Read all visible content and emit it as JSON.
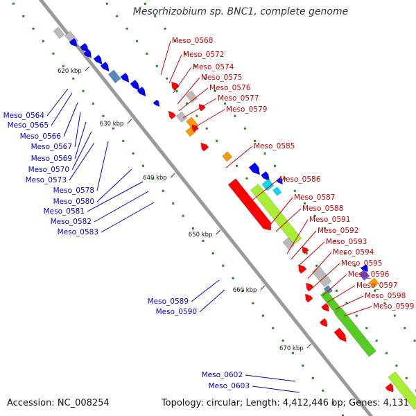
{
  "title": "Mesorhizobium sp. BNC1, complete genome",
  "accession": "Accession: NC_008254",
  "topology": "Topology: circular; Length: 4,412,446 bp; Genes: 4,131",
  "colors": {
    "backbone": "#999999",
    "plus_strand_label": "#cc0000",
    "minus_strand_label": "#0000cc",
    "gene_red": "#ff0000",
    "gene_blue": "#0000ff",
    "gene_green": "#55cc22",
    "gene_lime": "#aaee33",
    "gene_gray": "#bbbbbb",
    "gene_orange": "#ff9900",
    "gene_cyan": "#00ddee",
    "gene_steel": "#5588bb",
    "gene_violet": "#6655dd",
    "gc_ticks": "#228822"
  },
  "kbp_marks": [
    "620 kbp",
    "630 kbp",
    "640 kbp",
    "650 kbp",
    "660 kbp",
    "670 kbp"
  ],
  "right_labels": [
    "Meso_0568",
    "Meso_0572",
    "Meso_0574",
    "Meso_0575",
    "Meso_0576",
    "Meso_0577",
    "Meso_0579",
    "Meso_0585",
    "Meso_0586",
    "Meso_0587",
    "Meso_0588",
    "Meso_0591",
    "Meso_0592",
    "Meso_0593",
    "Meso_0594",
    "Meso_0595",
    "Meso_0596",
    "Meso_0597",
    "Meso_0598",
    "Meso_0599"
  ],
  "left_labels": [
    "Meso_0564",
    "Meso_0565",
    "Meso_0566",
    "Meso_0567",
    "Meso_0569",
    "Meso_0570",
    "Meso_0573",
    "Meso_0578",
    "Meso_0580",
    "Meso_0581",
    "Meso_0582",
    "Meso_0583",
    "Meso_0589",
    "Meso_0590",
    "Meso_0602",
    "Meso_0603"
  ]
}
